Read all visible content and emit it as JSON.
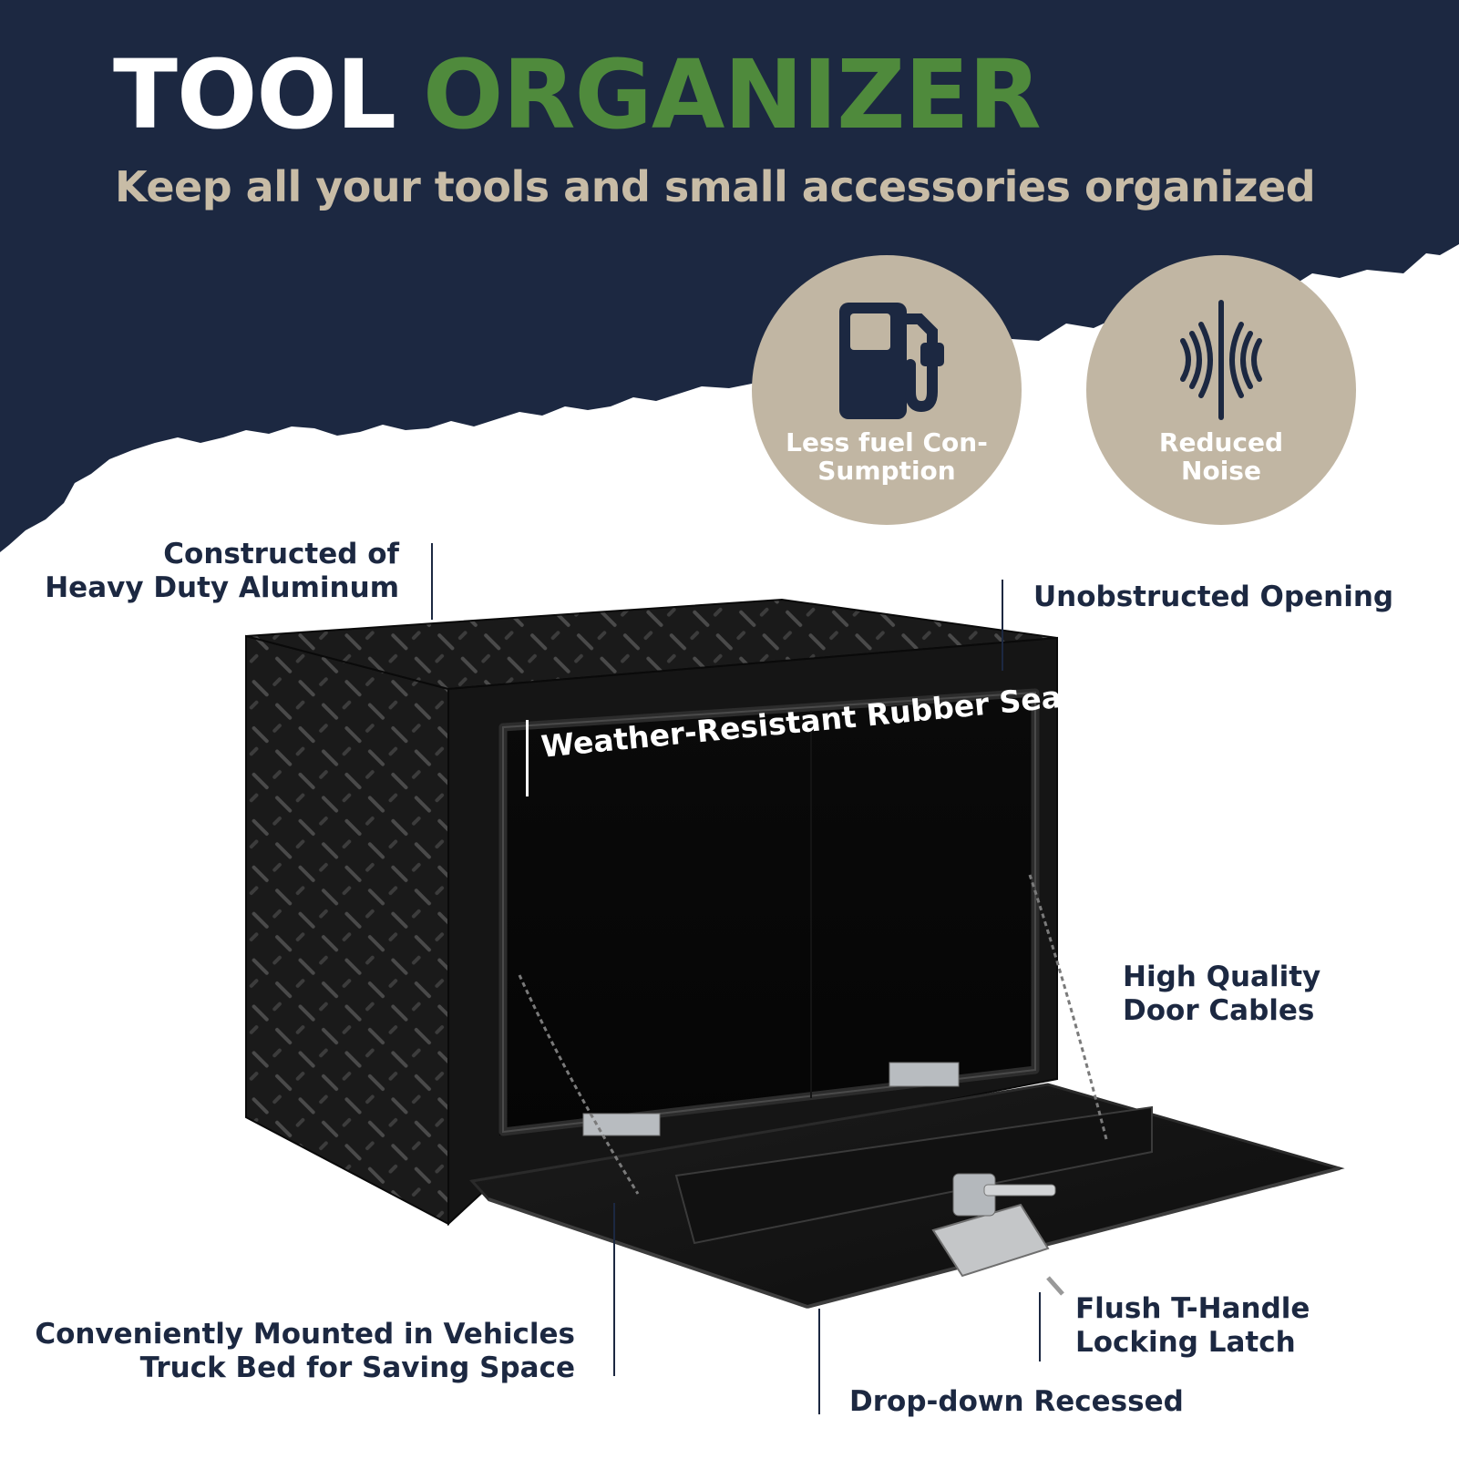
{
  "header": {
    "title_word1": "TOOL",
    "title_word2": "ORGANIZER",
    "subtitle": "Keep all your tools and small accessories organized",
    "title_color_primary": "#ffffff",
    "title_color_accent": "#4f8a3c",
    "subtitle_color": "#c8bca6",
    "banner_color": "#1c2841"
  },
  "badges": [
    {
      "icon": "fuel-pump-icon",
      "line1": "Less fuel Con-",
      "line2": "Sumption"
    },
    {
      "icon": "sound-waves-icon",
      "line1": "Reduced",
      "line2": "Noise"
    }
  ],
  "badge_color": "#c1b6a3",
  "callouts": {
    "aluminum": {
      "line1": "Constructed of",
      "line2": "Heavy Duty Aluminum"
    },
    "opening": {
      "line1": "Unobstructed Opening"
    },
    "seal": {
      "line1": "Weather-Resistant Rubber Seal"
    },
    "cables": {
      "line1": "High Quality",
      "line2": "Door Cables"
    },
    "mounted": {
      "line1": "Conveniently Mounted in Vehicles",
      "line2": "Truck Bed for Saving Space"
    },
    "latch": {
      "line1": "Flush T-Handle",
      "line2": "Locking Latch"
    },
    "dropdown": {
      "line1": "Drop-down Recessed"
    }
  },
  "product": {
    "name": "aluminum-tool-box",
    "finish": "black diamond plate"
  }
}
